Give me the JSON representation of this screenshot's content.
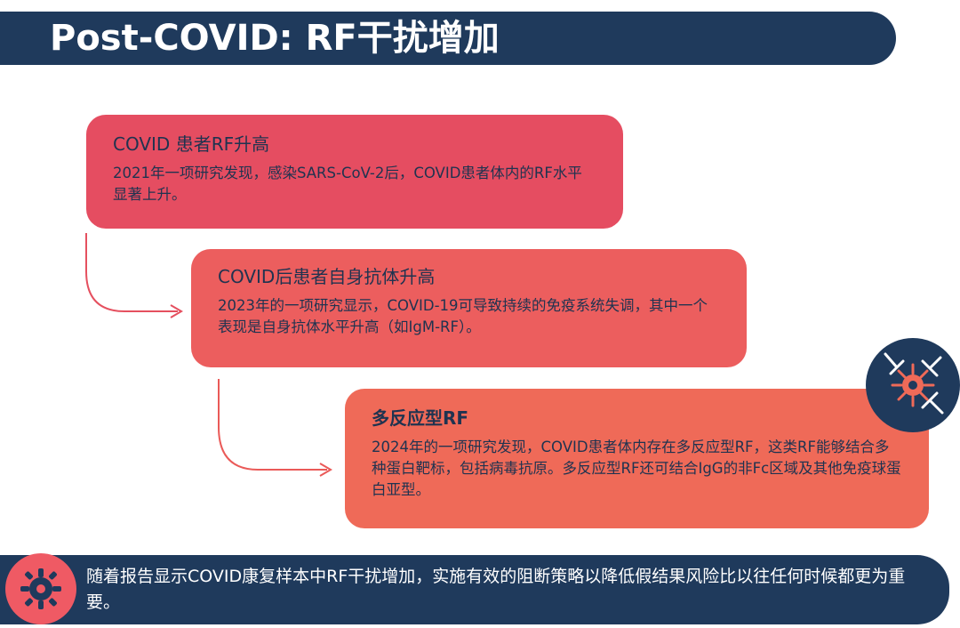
{
  "header": {
    "title": "Post-COVID: RF干扰增加"
  },
  "cards": [
    {
      "title": "COVID 患者RF升高",
      "body": "2021年一项研究发现，感染SARS-CoV-2后，COVID患者体内的RF水平显著上升。"
    },
    {
      "title": "COVID后患者自身抗体升高",
      "body": "2023年的一项研究显示，COVID-19可导致持续的免疫系统失调，其中一个表现是自身抗体水平升高（如IgM-RF）。"
    },
    {
      "title": "多反应型RF",
      "body": "2024年的一项研究发现，COVID患者体内存在多反应型RF，这类RF能够结合多种蛋白靶标，包括病毒抗原。多反应型RF还可结合IgG的非Fc区域及其他免疫球蛋白亚型。"
    }
  ],
  "footer": {
    "text": "随着报告显示COVID康复样本中RF干扰增加，实施有效的阻断策略以降低假结果风险比以往任何时候都更为重要。"
  },
  "colors": {
    "navy": "#1f3a5c",
    "card1": "#e54d61",
    "card2": "#ec5e5e",
    "card3": "#ef6a58",
    "text": "#1f3350"
  },
  "icons": {
    "antibody_badge": "antibody-virus-icon",
    "footer_icon": "virus-gear-icon"
  }
}
